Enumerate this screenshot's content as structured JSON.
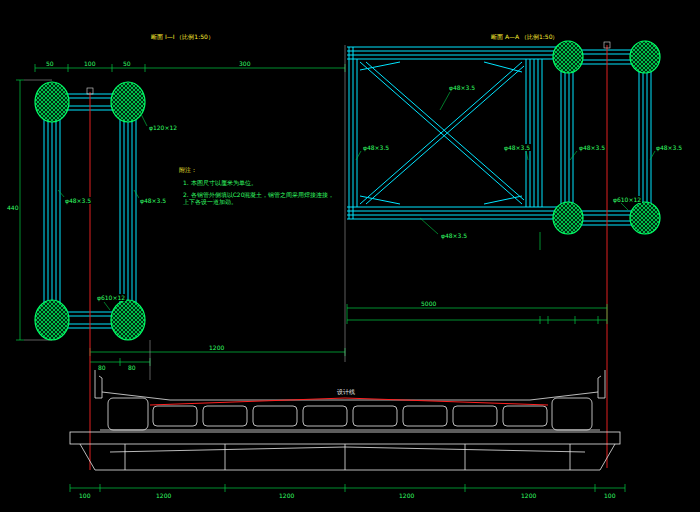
{
  "diagram": {
    "labels": [
      "断面 I—I （比例1:50）",
      "断面 A—A （比例1:50）",
      "附注：",
      "1. 本图尺寸以厘米为单位。",
      "2. 各钢管外侧填以C20混凝土，钢管之间采用焊接连接，上下各设一道加劲。",
      "φ120×12",
      "φ48×3.5",
      "φ48×3.5",
      "φ610×12",
      "φ48×3.5",
      "φ48×3.5",
      "φ48×3.5",
      "φ48×3.5",
      "φ48×3.5",
      "φ610×12",
      "φ48×3.5",
      "50",
      "100",
      "50",
      "300",
      "440",
      "1200",
      "80",
      "80",
      "5000",
      "设计线",
      "100",
      "1200",
      "1200",
      "1200",
      "1200",
      "100"
    ]
  }
}
